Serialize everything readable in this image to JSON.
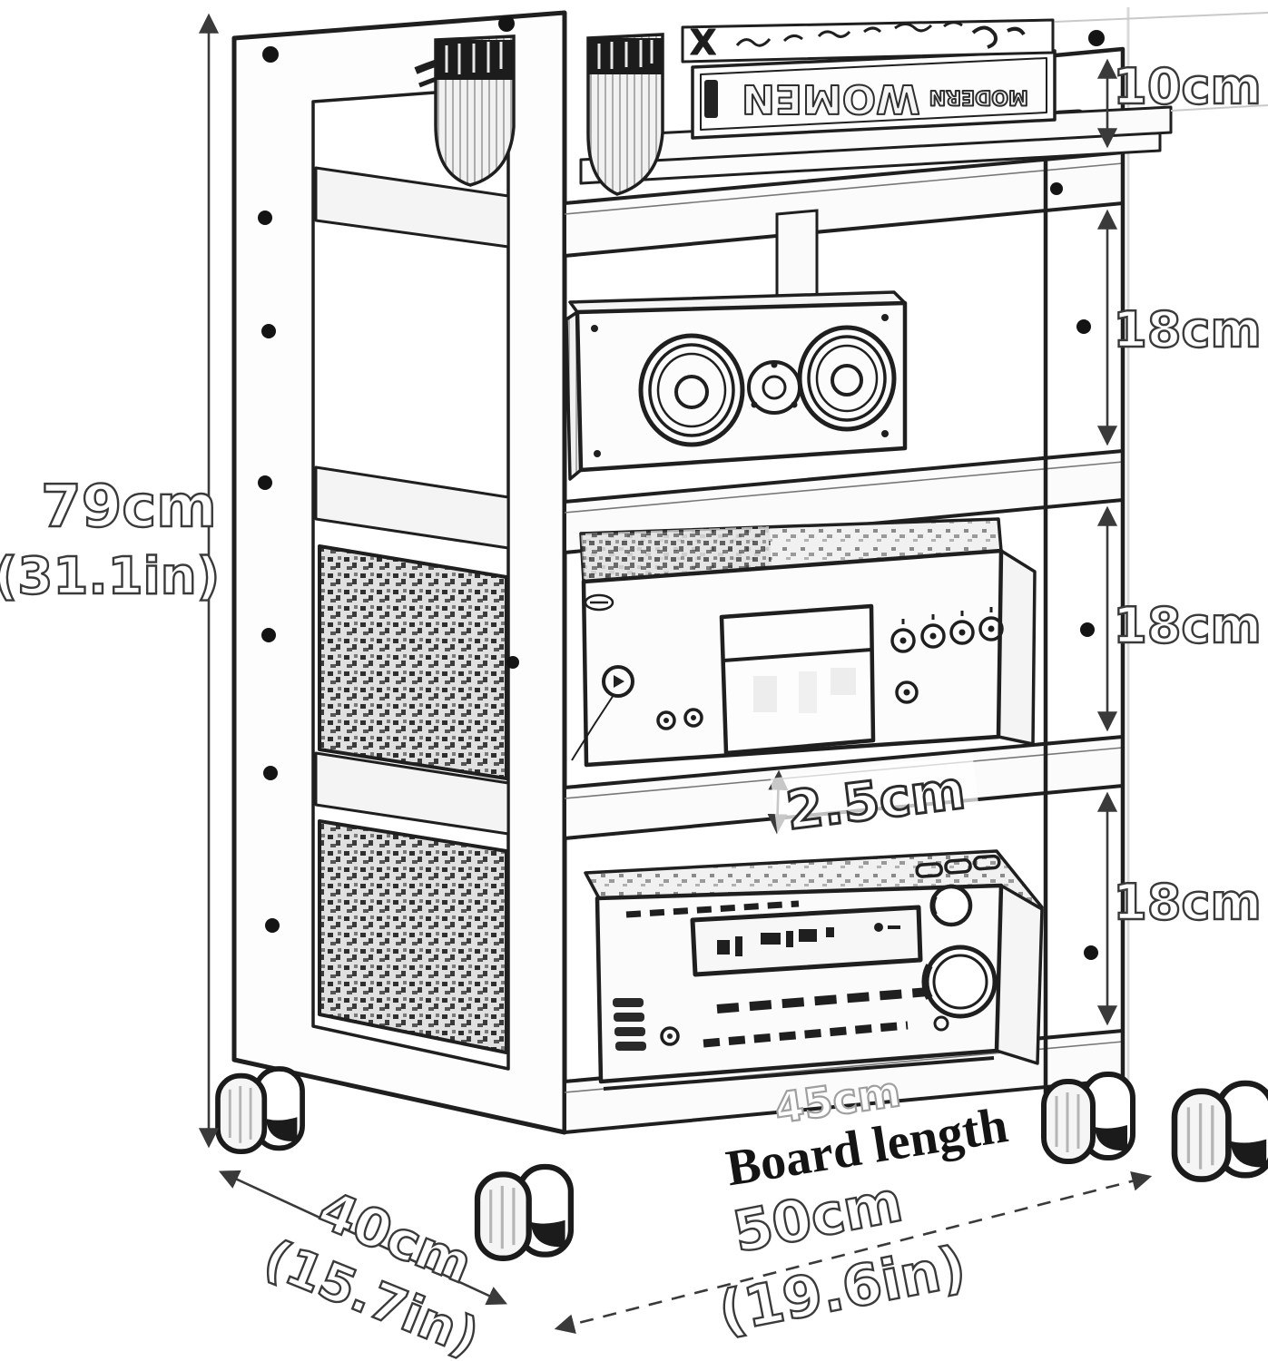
{
  "title": "AV equipment rack trolley dimension diagram",
  "dimensions": {
    "height": {
      "cm": "79cm",
      "inch": "(31.1in)"
    },
    "top_gap": "10cm",
    "shelf_gaps": [
      "18cm",
      "18cm",
      "18cm"
    ],
    "board_thickness": "2.5cm",
    "board_length": {
      "value": "45cm",
      "label": "Board length"
    },
    "width": {
      "cm": "50cm",
      "inch": "(19.6in)"
    },
    "depth": {
      "cm": "40cm",
      "inch": "(15.7in)"
    }
  },
  "decor": {
    "book_word_small": "MODERN",
    "book_word_big": "WOMEN",
    "book_mark": "X"
  },
  "colors": {
    "ink": "#1f1f1f",
    "faint_ink": "#9f9f9f",
    "background": "#ffffff"
  }
}
